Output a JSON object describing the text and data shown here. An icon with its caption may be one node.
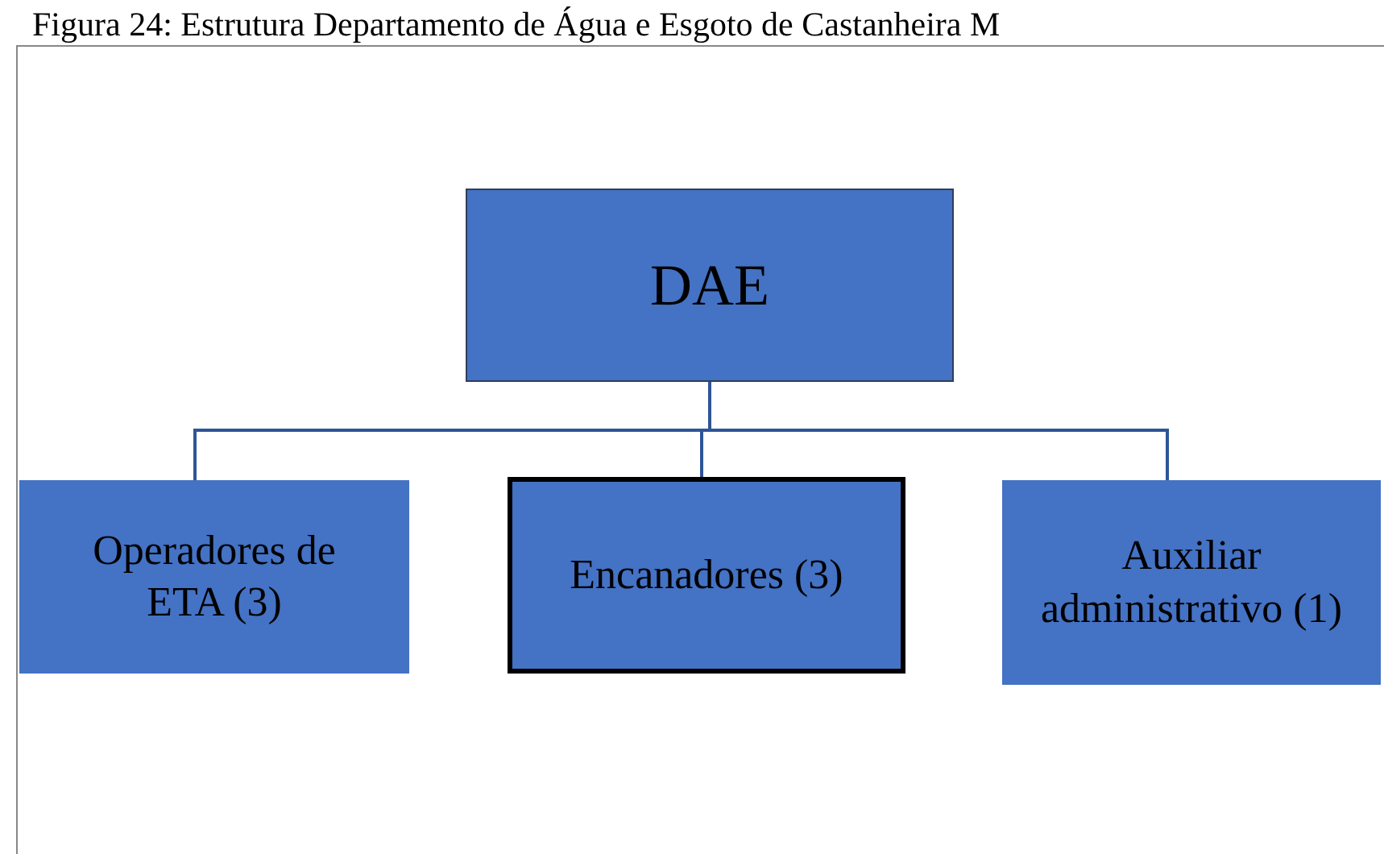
{
  "diagram": {
    "title": "Figura 24: Estrutura Departamento de Água e Esgoto de Castanheira M",
    "nodes": [
      {
        "text": [
          "DAE"
        ]
      },
      {
        "text": [
          "Operadores de ETA (3)"
        ]
      },
      {
        "text": [
          "Encanadores (3)"
        ]
      },
      {
        "text": [
          "Auxiliar administrativo (1)"
        ]
      }
    ],
    "edges": [
      {
        "from": 0,
        "to": 1,
        "arrow": "none"
      },
      {
        "from": 0,
        "to": 2,
        "arrow": "none"
      },
      {
        "from": 0,
        "to": 3,
        "arrow": "none"
      }
    ]
  }
}
